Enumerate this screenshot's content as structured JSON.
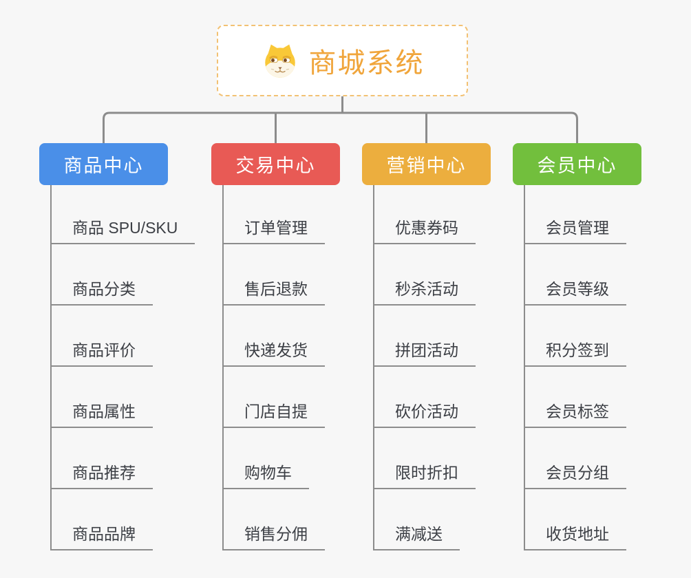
{
  "root": {
    "title": "商城系统",
    "icon": "shiba-dog-icon",
    "accent_color": "#f0a53b",
    "border_color": "#f2c173"
  },
  "connector_color": "#8c8c8c",
  "branches": [
    {
      "label": "商品中心",
      "color": "#4a8fe8",
      "children": [
        "商品 SPU/SKU",
        "商品分类",
        "商品评价",
        "商品属性",
        "商品推荐",
        "商品品牌"
      ]
    },
    {
      "label": "交易中心",
      "color": "#e85a55",
      "children": [
        "订单管理",
        "售后退款",
        "快递发货",
        "门店自提",
        "购物车",
        "销售分佣"
      ]
    },
    {
      "label": "营销中心",
      "color": "#ecae3e",
      "children": [
        "优惠券码",
        "秒杀活动",
        "拼团活动",
        "砍价活动",
        "限时折扣",
        "满减送"
      ]
    },
    {
      "label": "会员中心",
      "color": "#72bf3d",
      "children": [
        "会员管理",
        "会员等级",
        "积分签到",
        "会员标签",
        "会员分组",
        "收货地址"
      ]
    }
  ]
}
